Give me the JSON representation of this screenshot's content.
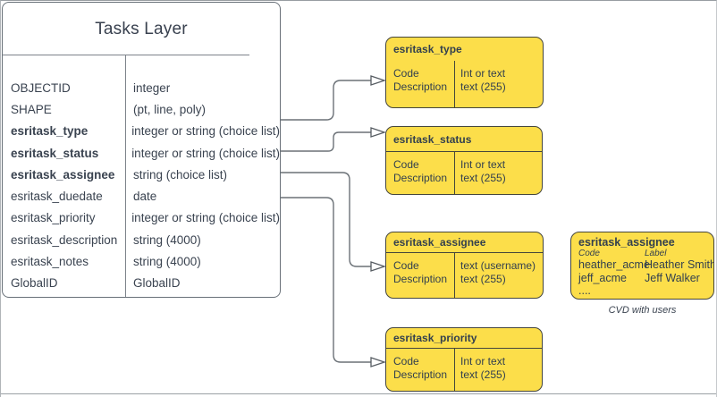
{
  "table": {
    "title": "Tasks Layer",
    "fields": [
      {
        "name": "OBJECTID",
        "type": "integer"
      },
      {
        "name": "SHAPE",
        "type": "(pt, line, poly)"
      },
      {
        "name": "esritask_type",
        "type": "integer or string (choice list)"
      },
      {
        "name": "esritask_status",
        "type": "integer or string (choice list)"
      },
      {
        "name": "esritask_assignee",
        "type": "string (choice list)"
      },
      {
        "name": "esritask_duedate",
        "type": "date"
      },
      {
        "name": "esritask_priority",
        "type": "integer or string (choice list)"
      },
      {
        "name": "esritask_description",
        "type": "string (4000)"
      },
      {
        "name": "esritask_notes",
        "type": "string (4000)"
      },
      {
        "name": "GlobalID",
        "type": "GlobalID"
      }
    ]
  },
  "domains": [
    {
      "title": "esritask_type",
      "left": [
        "Code",
        "Description"
      ],
      "right": [
        "Int or text",
        "text (255)"
      ]
    },
    {
      "title": "esritask_status",
      "left": [
        "Code",
        "Description"
      ],
      "right": [
        "Int or text",
        "text (255)"
      ]
    },
    {
      "title": "esritask_assignee",
      "left": [
        "Code",
        "Description"
      ],
      "right": [
        "text (username)",
        "text (255)"
      ]
    },
    {
      "title": "esritask_priority",
      "left": [
        "Code",
        "Description"
      ],
      "right": [
        "Int or text",
        "text (255)"
      ]
    }
  ],
  "cvd": {
    "title": "esritask_assignee",
    "headers": [
      "Code",
      "Label"
    ],
    "rows": [
      {
        "code": "heather_acme",
        "label": "Heather Smith"
      },
      {
        "code": "jeff_acme",
        "label": "Jeff Walker"
      },
      {
        "code": "....",
        "label": ""
      }
    ],
    "caption": "CVD with users"
  },
  "edges": [
    {
      "from": "esritask_type",
      "to": "esritask_type domain"
    },
    {
      "from": "esritask_status",
      "to": "esritask_status domain"
    },
    {
      "from": "esritask_assignee",
      "to": "esritask_assignee domain"
    },
    {
      "from": "esritask_priority",
      "to": "esritask_priority domain"
    }
  ],
  "colors": {
    "domain_fill": "#FCDE4A",
    "domain_border": "#45463C",
    "connector": "#6B7177",
    "text": "#3A4350"
  }
}
